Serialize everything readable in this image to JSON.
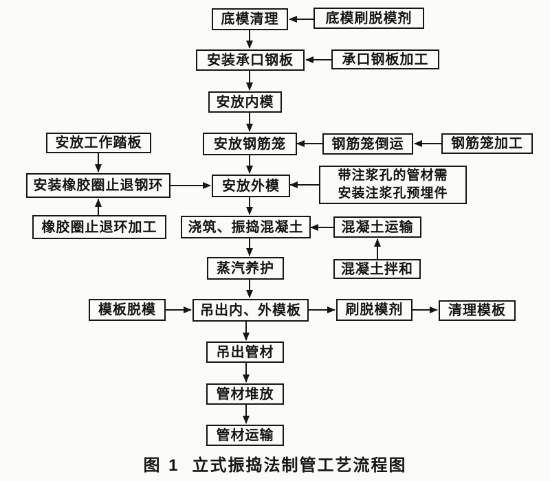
{
  "caption": {
    "prefix": "图 1",
    "title": "立式振捣法制管工艺流程图"
  },
  "nodes": {
    "clean_bottom_mold": "底模清理",
    "bottom_mold_release_agent": "底模刷脱模剂",
    "install_socket_plate": "安装承口钢板",
    "socket_plate_processing": "承口钢板加工",
    "place_inner_mold": "安放内模",
    "place_rebar_cage": "安放钢筋笼",
    "rebar_cage_transfer": "钢筋笼倒运",
    "rebar_cage_processing": "钢筋笼加工",
    "place_work_platform": "安放工作踏板",
    "install_rubber_ring": "安装橡胶圈止退钢环",
    "rubber_ring_processing": "橡胶圈止退环加工",
    "place_outer_mold": "安放外模",
    "grouting_note": {
      "line1": "带注浆孔的管材需",
      "line2": "安装注浆孔预埋件"
    },
    "pour_vibrate_concrete": "浇筑、振捣混凝土",
    "concrete_transport": "混凝土运输",
    "concrete_mixing": "混凝土拌和",
    "steam_curing": "蒸汽养护",
    "mold_release": "模板脱模",
    "lift_out_molds": "吊出内、外模板",
    "brush_release_agent": "刷脱模剂",
    "clean_mold": "清理模板",
    "lift_out_pipe": "吊出管材",
    "pipe_stacking": "管材堆放",
    "pipe_transport": "管材运输"
  }
}
